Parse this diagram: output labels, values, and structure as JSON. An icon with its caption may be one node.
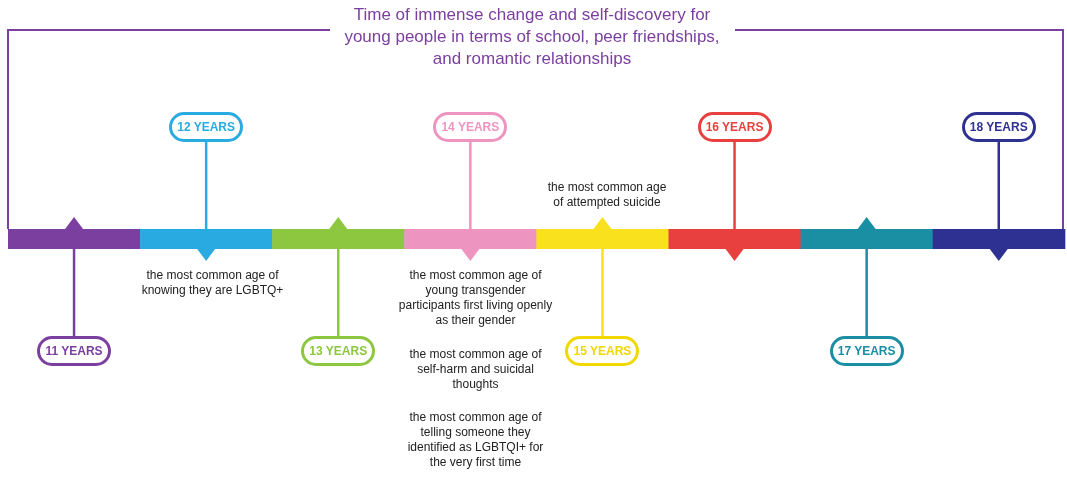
{
  "diagram": {
    "title": "Time of immense change and self-discovery for young people in terms of school, peer friendships, and romantic relationships",
    "nodes": [
      {
        "text": [
          "11 YEARS"
        ]
      },
      {
        "text": [
          "12 YEARS"
        ]
      },
      {
        "text": [
          "13 YEARS"
        ]
      },
      {
        "text": [
          "14 YEARS"
        ]
      },
      {
        "text": [
          "15 YEARS"
        ]
      },
      {
        "text": [
          "16 YEARS"
        ]
      },
      {
        "text": [
          "17 YEARS"
        ]
      },
      {
        "text": [
          "18 YEARS"
        ]
      },
      {
        "text": [],
        "shape": "bar"
      },
      {
        "text": [],
        "shape": "bar"
      },
      {
        "text": [],
        "shape": "bar"
      },
      {
        "text": [],
        "shape": "bar"
      },
      {
        "text": [],
        "shape": "bar"
      },
      {
        "text": [],
        "shape": "bar"
      },
      {
        "text": [],
        "shape": "bar"
      },
      {
        "text": [],
        "shape": "bar"
      }
    ],
    "edges": [
      {
        "from": 0,
        "to": 8,
        "arrow": "none",
        "color": "#7b3fa0"
      },
      {
        "from": 1,
        "to": 9,
        "arrow": "none",
        "color": "#29abe2"
      },
      {
        "from": 2,
        "to": 10,
        "arrow": "none",
        "color": "#8dc63f"
      },
      {
        "from": 3,
        "to": 11,
        "arrow": "none",
        "color": "#ee94c0"
      },
      {
        "from": 4,
        "to": 12,
        "arrow": "none",
        "color": "#f9e11e"
      },
      {
        "from": 5,
        "to": 13,
        "arrow": "none",
        "color": "#e8403e"
      },
      {
        "from": 6,
        "to": 14,
        "arrow": "none",
        "color": "#1a8fa3"
      },
      {
        "from": 7,
        "to": 15,
        "arrow": "none",
        "color": "#2e3192"
      }
    ],
    "labels": [
      "the most common age of attempted suicide",
      "the most common age of knowing they are LGBTQ+",
      "the most common age of young transgender participants first living openly as their gender",
      "the most common age of self-harm and suicidal thoughts",
      "the most common age of telling someone they identified as LGBTQI+ for the very first time"
    ]
  }
}
